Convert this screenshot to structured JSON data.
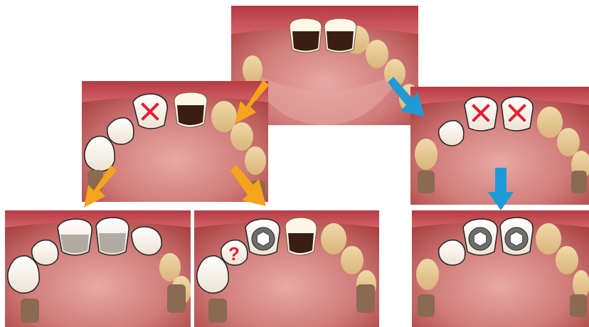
{
  "colors": {
    "orange_arrow": "#F5A51C",
    "blue_arrow": "#1E9BD7",
    "red_mark": "#E8202A",
    "gum": "#C8535A",
    "palate": "#D9928F",
    "tooth": "#F4EFE6",
    "dark_tooth": "#3A1E14",
    "implant_gray": "#6E6E6E"
  },
  "panels": [
    {
      "id": "top-center",
      "content": "original-central-incisors-dark"
    },
    {
      "id": "mid-left",
      "content": "left-incisor-removed-marked"
    },
    {
      "id": "mid-right",
      "content": "both-incisors-removed-marked"
    },
    {
      "id": "bottom-left",
      "content": "full-veneer-restoration"
    },
    {
      "id": "bottom-middle",
      "content": "single-implant-with-question"
    },
    {
      "id": "bottom-right",
      "content": "two-implants"
    }
  ],
  "icons": [
    "x-mark-icon",
    "hex-implant-icon",
    "question-mark-icon",
    "arrow-icon"
  ],
  "question_mark": "?"
}
